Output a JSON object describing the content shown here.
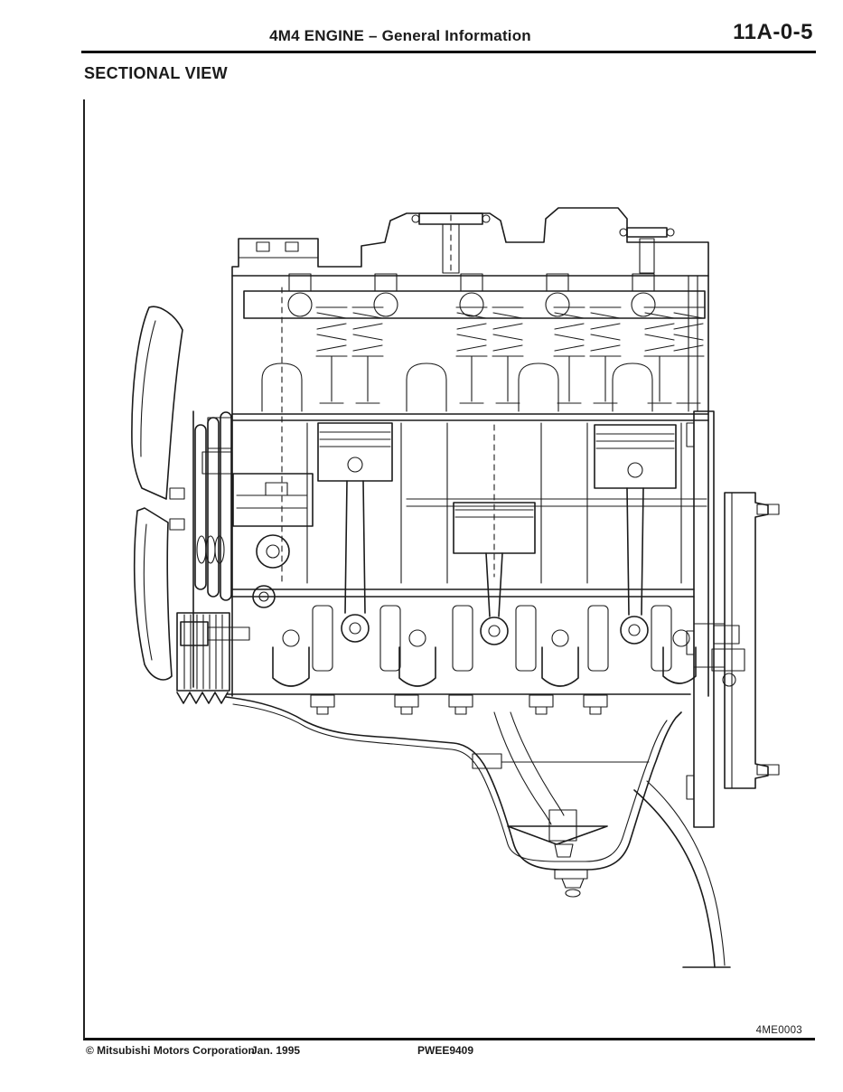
{
  "header": {
    "title": "4M4 ENGINE – General Information",
    "page_number": "11A-0-5"
  },
  "section_title": "SECTIONAL VIEW",
  "figure": {
    "code": "4ME0003"
  },
  "footer": {
    "copyright": "©  Mitsubishi Motors Corporation",
    "date": "Jan. 1995",
    "doc_code": "PWEE9409"
  },
  "colors": {
    "ink": "#1b1b1b",
    "paper": "#ffffff"
  }
}
